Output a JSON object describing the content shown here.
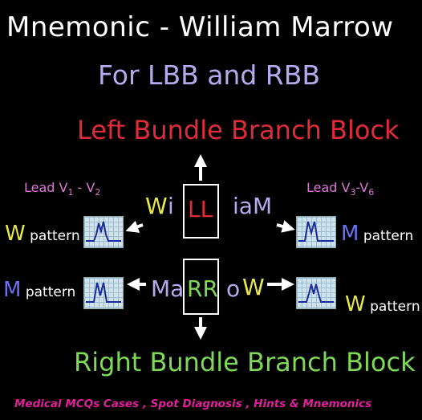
{
  "title": "Mnemonic  -  William Marrow",
  "subtitle": "For  LBB  and RBB",
  "lbbb_label": "Left Bundle Branch Block",
  "rbbb_label": "Right Bundle Branch Block",
  "lead_left": {
    "text": "Lead V",
    "sub1": "1",
    "mid": " - V",
    "sub2": "2"
  },
  "lead_right": {
    "text": "Lead  V",
    "sub1": "3",
    "mid": "-V",
    "sub2": "6"
  },
  "william": {
    "w": "W",
    "i": "i",
    "ll": "LL",
    "iam": "iaM"
  },
  "marrow": {
    "ma": "Ma",
    "rr": "RR",
    "o": "o",
    "w": "W"
  },
  "patterns": {
    "top_left": {
      "letter": "W",
      "word": "pattern"
    },
    "top_right": {
      "letter": "M",
      "word": "pattern"
    },
    "bottom_left": {
      "letter": "M",
      "word": "pattern"
    },
    "bottom_right": {
      "letter": "W",
      "word": "pattern"
    }
  },
  "footer": "Medical MCQs Cases , Spot Diagnosis , Hints & Mnemonics",
  "colors": {
    "white": "#ffffff",
    "lavender": "#b8a8ee",
    "red": "#e02b3a",
    "green": "#7ed957",
    "yellow": "#e8e84a",
    "blue": "#6a6ff0",
    "pink": "#d77ad0",
    "magenta": "#e0209a"
  }
}
